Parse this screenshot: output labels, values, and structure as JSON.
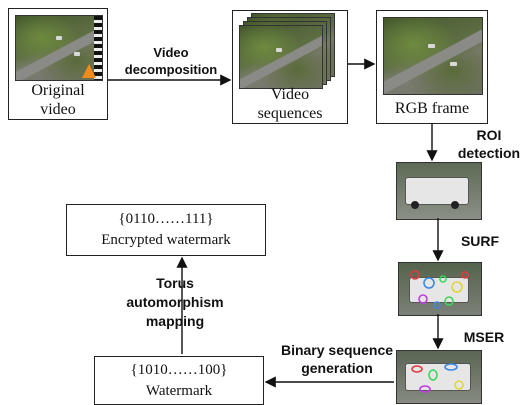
{
  "original_video": {
    "label_line1": "Original",
    "label_line2": "video"
  },
  "video_sequences": {
    "label_line1": "Video",
    "label_line2": "sequences"
  },
  "rgb_frame": {
    "label": "RGB frame"
  },
  "steps": {
    "video_decomposition_line1": "Video",
    "video_decomposition_line2": "decomposition",
    "roi_detection_line1": "ROI",
    "roi_detection_line2": "detection",
    "surf": "SURF",
    "mser": "MSER",
    "binary_sequence_line1": "Binary sequence",
    "binary_sequence_line2": "generation",
    "torus_line1": "Torus",
    "torus_line2": "automorphism",
    "torus_line3": "mapping"
  },
  "encrypted_watermark": {
    "bits": "{0110……111}",
    "label": "Encrypted watermark"
  },
  "watermark": {
    "bits": "{1010……100}",
    "label": "Watermark"
  },
  "colors": {
    "arrow": "#111111",
    "van": "#e6e6e6",
    "keypoints": [
      "#e23b3b",
      "#3b8be2",
      "#3bd65a",
      "#e2d43b",
      "#c03be2"
    ]
  }
}
